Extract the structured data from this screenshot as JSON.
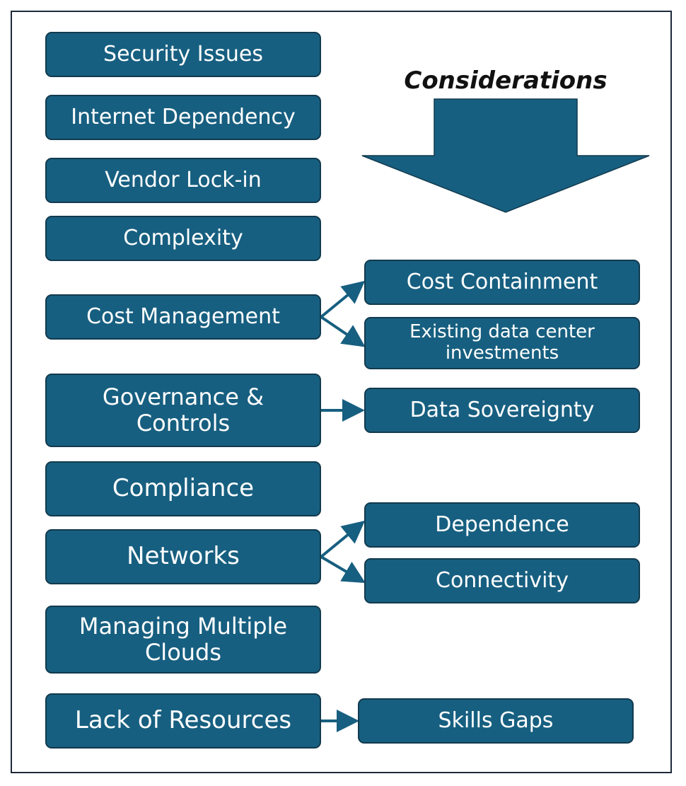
{
  "title": "Considerations",
  "colors": {
    "box_fill": "#175f80",
    "box_border": "#123a4e",
    "arrow": "#175f80"
  },
  "left_items": [
    "Security Issues",
    "Internet Dependency",
    "Vendor Lock-in",
    "Complexity",
    "Cost Management",
    "Governance & Controls",
    "Compliance",
    "Networks",
    "Managing Multiple Clouds",
    "Lack of Resources"
  ],
  "right_items": [
    "Cost Containment",
    "Existing data center investments",
    "Data Sovereignty",
    "Dependence",
    "Connectivity",
    "Skills Gaps"
  ]
}
